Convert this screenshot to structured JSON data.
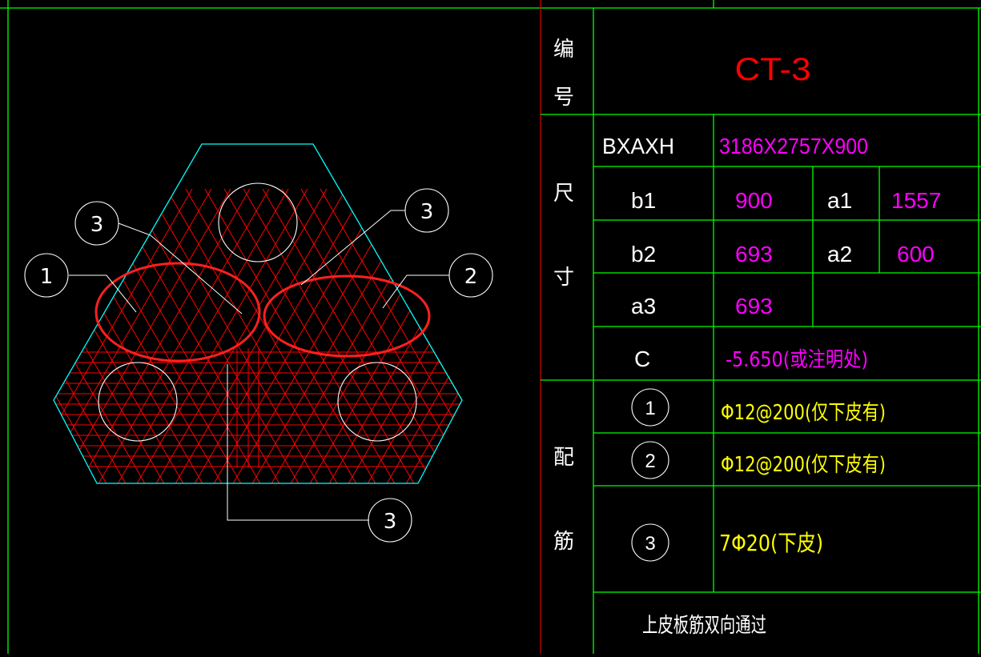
{
  "drawing": {
    "callouts": {
      "left_bar": "1",
      "right_bar": "2",
      "upper_left": "3",
      "upper_right": "3",
      "bottom": "3"
    }
  },
  "table": {
    "label_bianhao": "编号",
    "label_chicun": "尺寸",
    "label_peijin": "配筋",
    "id_value": "CT-3",
    "bxaxh_label": "BXAXH",
    "bxaxh_value": "3186X2757X900",
    "b1_label": "b1",
    "b1_value": "900",
    "a1_label": "a1",
    "a1_value": "1557",
    "b2_label": "b2",
    "b2_value": "693",
    "a2_label": "a2",
    "a2_value": "600",
    "a3_label": "a3",
    "a3_value": "693",
    "c_label": "C",
    "c_value": "-5.650(或注明处)",
    "rebar1_mark": "1",
    "rebar1_value": "Φ12@200(仅下皮有)",
    "rebar2_mark": "2",
    "rebar2_value": "Φ12@200(仅下皮有)",
    "rebar3_mark": "3",
    "rebar3_value": "7Φ20(下皮)",
    "note": "上皮板筋双向通过"
  },
  "colors": {
    "frame_green": "#00ff00",
    "outline_cyan": "#00ffff",
    "rebar_red": "#ff0000",
    "title_red": "#ff0000",
    "value_magenta": "#ff00ff",
    "rebar_yellow": "#ffff00",
    "text_white": "#ffffff",
    "pile_white": "#ffffff",
    "divider_red": "#cc0000"
  }
}
